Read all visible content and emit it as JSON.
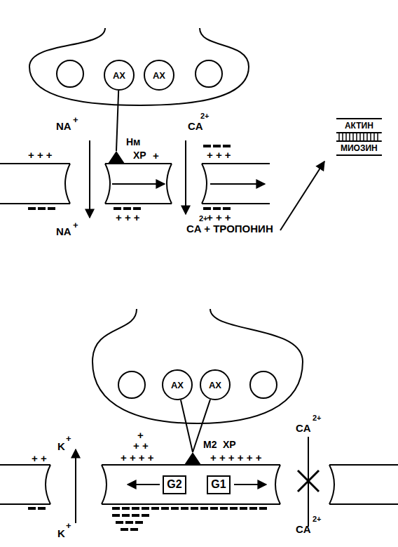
{
  "diagram": {
    "nodes": [
      {
        "text": [
          "АХ"
        ]
      },
      {
        "text": [
          "АХ"
        ]
      },
      {
        "text": [
          "Нм"
        ]
      },
      {
        "text": [
          "АКТИН",
          "МИОЗИН"
        ]
      },
      {
        "text": [
          "АХ"
        ]
      },
      {
        "text": [
          "АХ"
        ]
      },
      {
        "text": [
          "M2"
        ]
      },
      {
        "text": [
          "G2"
        ]
      },
      {
        "text": [
          "G1"
        ]
      }
    ],
    "edges": [
      {
        "from": 0,
        "to": 2,
        "arrow": "none"
      },
      {
        "from": 4,
        "to": 6,
        "arrow": "none"
      },
      {
        "from": 5,
        "to": 6,
        "arrow": "none"
      }
    ],
    "labels": [
      "NA",
      "+",
      "NA",
      "+",
      "ХР",
      "+",
      "2+",
      "CA",
      "2+",
      "CA + ТРОПОНИН",
      "+ + +",
      "+ + +",
      "+ + +",
      "+ + +",
      "ХР",
      "K",
      "+",
      "K",
      "+",
      "2+",
      "CA",
      "2+",
      "CA",
      "+ +",
      "+",
      "+ +",
      "+ + + +",
      "+ + + + + +"
    ]
  }
}
